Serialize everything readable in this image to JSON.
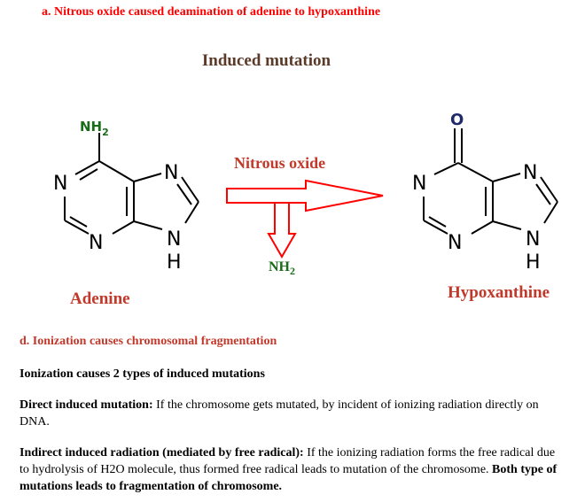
{
  "section_a": {
    "heading": "a.  Nitrous oxide caused deamination of adenine to hypoxanthine"
  },
  "diagram": {
    "title": "Induced mutation",
    "reagent": "Nitrous oxide",
    "byproduct_main": "NH",
    "byproduct_sub": "2",
    "adenine": {
      "name": "Adenine",
      "substituent_main": "NH",
      "substituent_sub": "2",
      "ring_atoms": [
        "N",
        "N",
        "N",
        "N",
        "H"
      ]
    },
    "hypoxanthine": {
      "name": "Hypoxanthine",
      "substituent": "O",
      "ring_atoms": [
        "N",
        "N",
        "N",
        "N",
        "H"
      ]
    },
    "colors": {
      "red": "#ff0000",
      "dark_red": "#c0392b",
      "green": "#1a6b1a",
      "brown": "#5b3a29",
      "navy": "#1f2a6b"
    }
  },
  "section_d": {
    "heading": "d. Ionization causes chromosomal fragmentation",
    "intro": "Ionization causes 2 types of induced mutations",
    "direct_term": "Direct induced mutation:",
    "direct_text": " If the chromosome gets mutated, by incident of ionizing radiation directly on DNA.",
    "indirect_term": "Indirect induced radiation (mediated by free radical):",
    "indirect_text": " If the ionizing radiation forms the free radical due to hydrolysis of H2O molecule, thus formed free radical leads to mutation of the chromosome. ",
    "conclusion": "Both type of mutations leads to fragmentation of chromosome."
  }
}
